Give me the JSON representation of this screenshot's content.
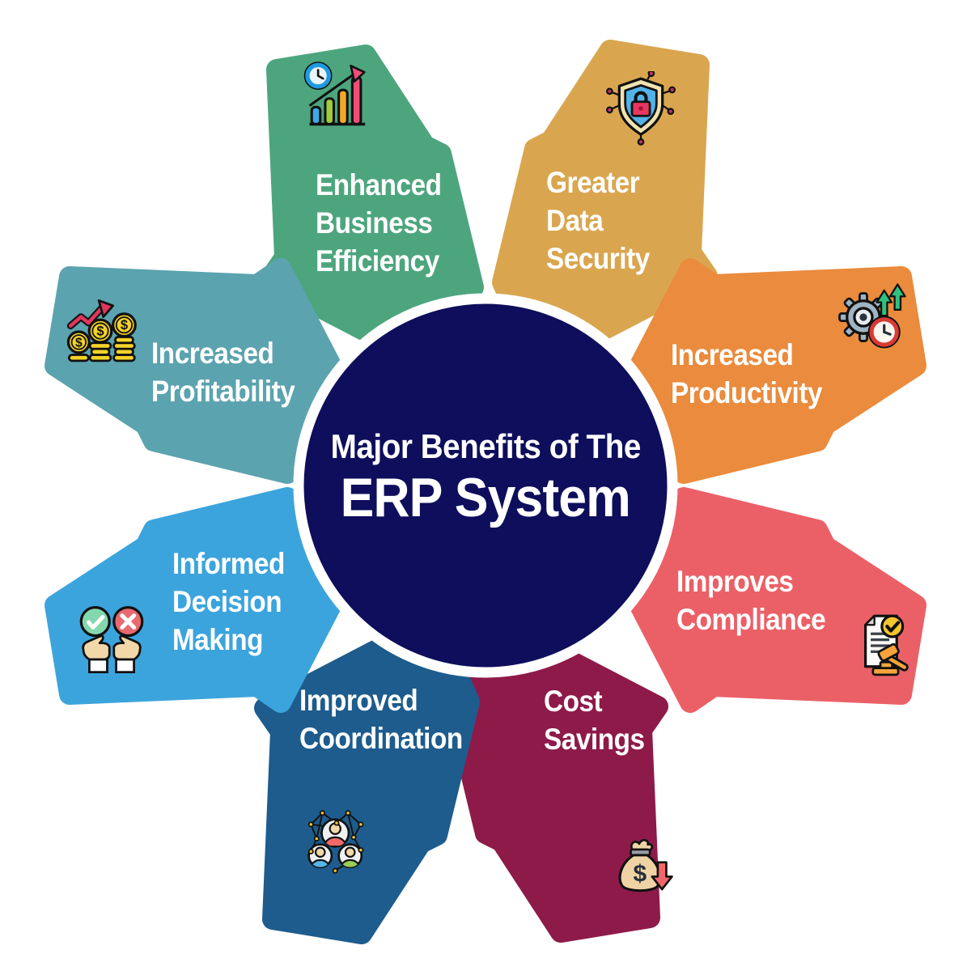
{
  "title": {
    "line1": "Major Benefits of The",
    "line2": "ERP System"
  },
  "center": {
    "bg": "#0E0E5C",
    "text_color": "#FFFFFF",
    "shape": "circle"
  },
  "petals": [
    {
      "id": "enhanced-business-efficiency",
      "label": "Enhanced Business Efficiency",
      "lines": [
        "Enhanced",
        "Business",
        "Efficiency"
      ],
      "color": "#4DA57E",
      "icon": "bar-chart-growth-icon"
    },
    {
      "id": "greater-data-security",
      "label": "Greater Data Security",
      "lines": [
        "Greater",
        "Data",
        "Security"
      ],
      "color": "#D9A64F",
      "icon": "shield-lock-icon"
    },
    {
      "id": "increased-productivity",
      "label": "Increased Productivity",
      "lines": [
        "Increased",
        "Productivity"
      ],
      "color": "#EA8B3D",
      "icon": "gear-arrows-clock-icon"
    },
    {
      "id": "improves-compliance",
      "label": "Improves Compliance",
      "lines": [
        "Improves",
        "Compliance"
      ],
      "color": "#EB6067",
      "icon": "document-check-gavel-icon"
    },
    {
      "id": "cost-savings",
      "label": "Cost Savings",
      "lines": [
        "Cost",
        "Savings"
      ],
      "color": "#8E1A49",
      "icon": "money-bag-down-arrow-icon"
    },
    {
      "id": "improved-coordination",
      "label": "Improved Coordination",
      "lines": [
        "Improved",
        "Coordination"
      ],
      "color": "#1D5C8D",
      "icon": "team-network-icon"
    },
    {
      "id": "informed-decision-making",
      "label": "Informed Decision Making",
      "lines": [
        "Informed",
        "Decision",
        "Making"
      ],
      "color": "#3CA4DC",
      "icon": "hands-check-cross-icon"
    },
    {
      "id": "increased-profitability",
      "label": "Increased Profitability",
      "lines": [
        "Increased",
        "Profitability"
      ],
      "color": "#5BA3AF",
      "icon": "coin-stacks-growth-icon"
    }
  ]
}
